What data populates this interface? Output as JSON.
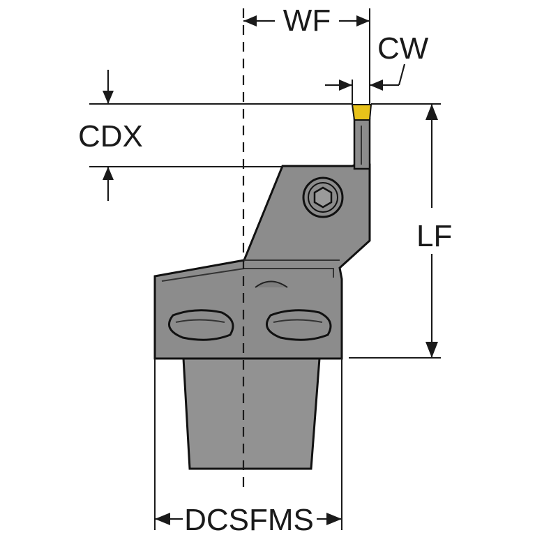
{
  "labels": {
    "wf": "WF",
    "cw": "CW",
    "cdx": "CDX",
    "lf": "LF",
    "dcsfms": "DCSFMS"
  },
  "colors": {
    "body": "#8c8c8c",
    "shank": "#929292",
    "insert": "#e8c21a",
    "outline": "#111111",
    "line": "#1a1a1a",
    "background": "#ffffff"
  },
  "icons": {
    "screw": "hex-socket-screw-icon"
  }
}
